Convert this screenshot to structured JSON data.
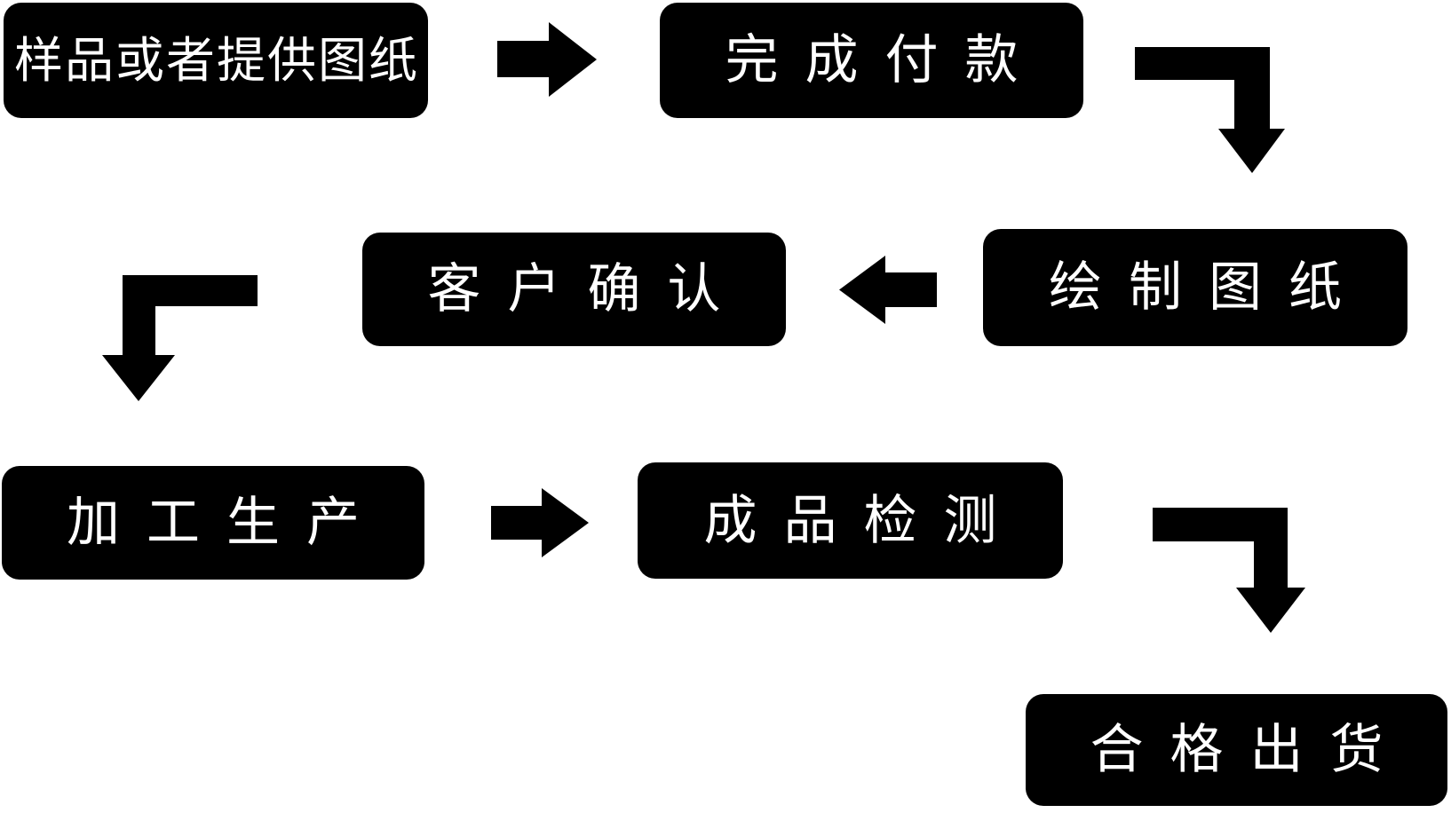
{
  "flowchart": {
    "background": "#ffffff",
    "colors": {
      "node_fill": "#000000",
      "node_text": "#ffffff",
      "arrow": "#000000"
    },
    "nodes": [
      {
        "id": "sample-or-provide-drawing",
        "label": "样品或者提供图纸"
      },
      {
        "id": "complete-payment",
        "label": "完成付款"
      },
      {
        "id": "draw-drawing",
        "label": "绘制图纸"
      },
      {
        "id": "customer-confirm",
        "label": "客户确认"
      },
      {
        "id": "processing-production",
        "label": "加工生产"
      },
      {
        "id": "finished-product-inspection",
        "label": "成品检测"
      },
      {
        "id": "qualified-shipment",
        "label": "合格出货"
      }
    ],
    "arrows": [
      {
        "type": "right",
        "from": "样品或者提供图纸",
        "to": "完成付款"
      },
      {
        "type": "elbow-right-down",
        "from": "完成付款",
        "to": "绘制图纸"
      },
      {
        "type": "left",
        "from": "绘制图纸",
        "to": "客户确认"
      },
      {
        "type": "elbow-left-down",
        "from": "客户确认",
        "to": "加工生产"
      },
      {
        "type": "right",
        "from": "加工生产",
        "to": "成品检测"
      },
      {
        "type": "elbow-right-down",
        "from": "成品检测",
        "to": "合格出货"
      }
    ]
  }
}
